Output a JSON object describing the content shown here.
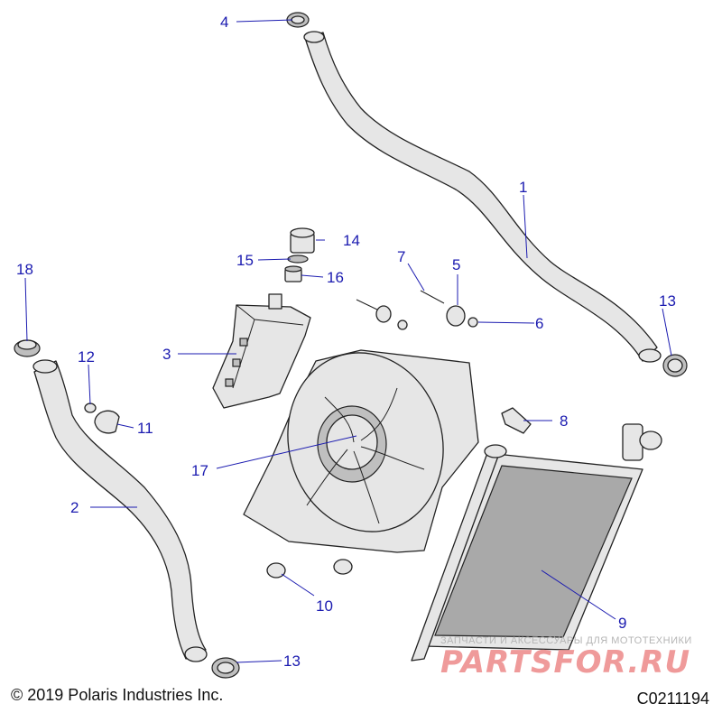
{
  "callouts": {
    "c1": "1",
    "c2": "2",
    "c3": "3",
    "c4": "4",
    "c5": "5",
    "c6": "6",
    "c7": "7",
    "c8": "8",
    "c9": "9",
    "c10": "10",
    "c11": "11",
    "c12": "12",
    "c13a": "13",
    "c13b": "13",
    "c14": "14",
    "c15": "15",
    "c16": "16",
    "c17": "17",
    "c18": "18"
  },
  "footer": {
    "copyright": "© 2019 Polaris Industries Inc.",
    "diagram_code": "C0211194"
  },
  "watermark": {
    "subtitle": "ЗАПЧАСТИ И АКСЕССУАРЫ ДЛЯ МОТОТЕХНИКИ",
    "brand": "PARTSFOR.RU"
  },
  "colors": {
    "callout": "#1b1bb0",
    "watermark": "#ef9a9a"
  }
}
